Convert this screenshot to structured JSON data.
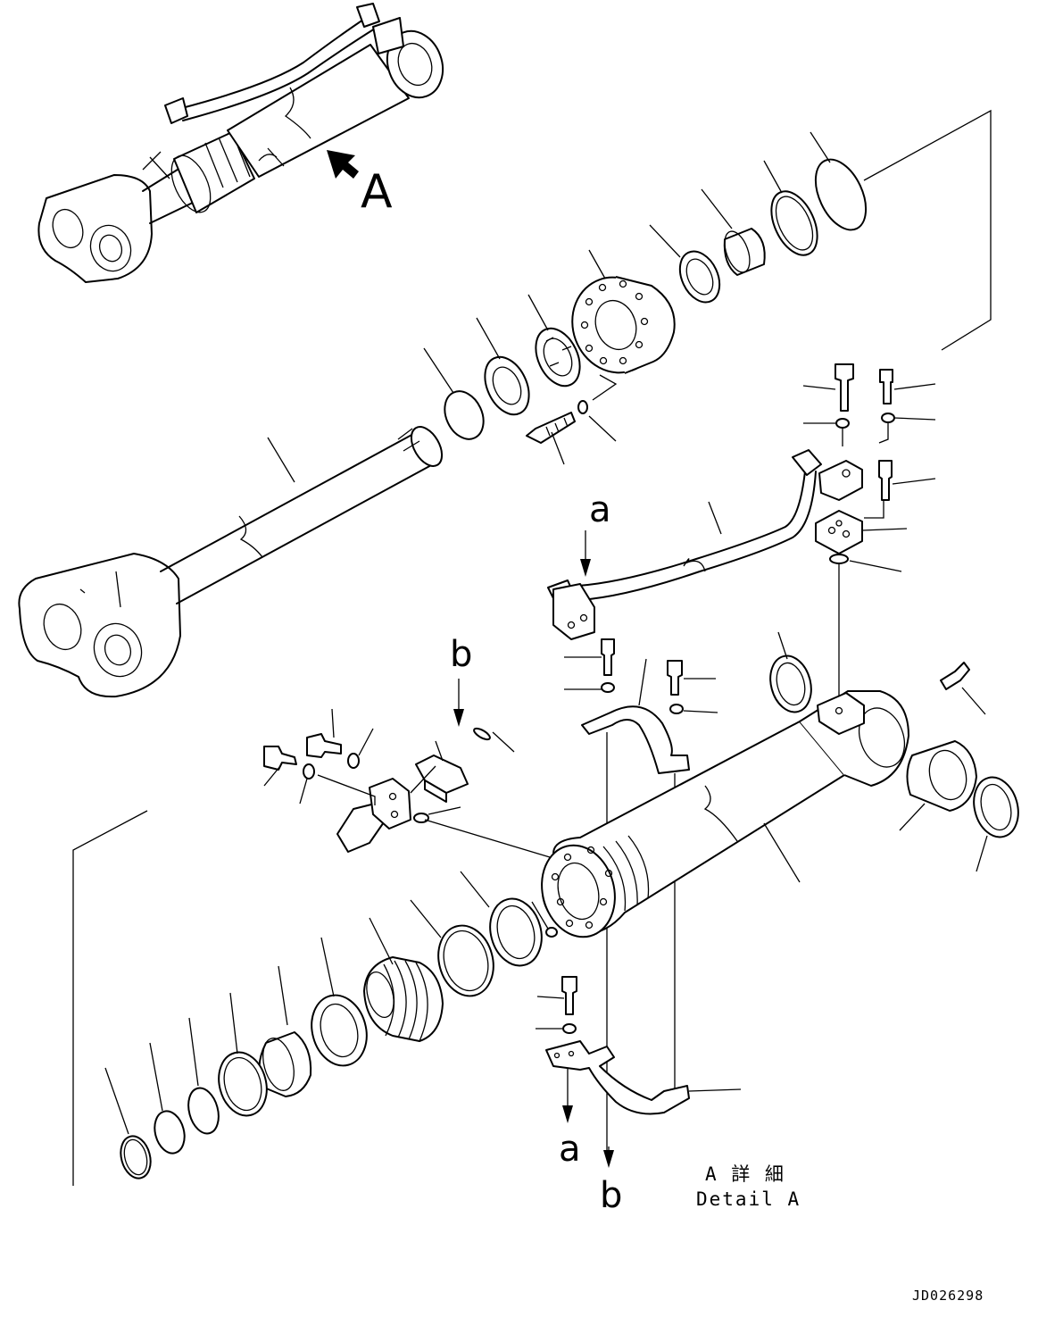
{
  "labels": {
    "view_a": "A",
    "pointer_a_top": "a",
    "pointer_a_bottom": "a",
    "pointer_b_top": "b",
    "pointer_b_bottom": "b",
    "detail_jp": "A 詳 細",
    "detail_en": "Detail A",
    "drawing_code": "JD026298"
  },
  "icons": {
    "view_arrow": "view-direction-arrow-icon"
  }
}
